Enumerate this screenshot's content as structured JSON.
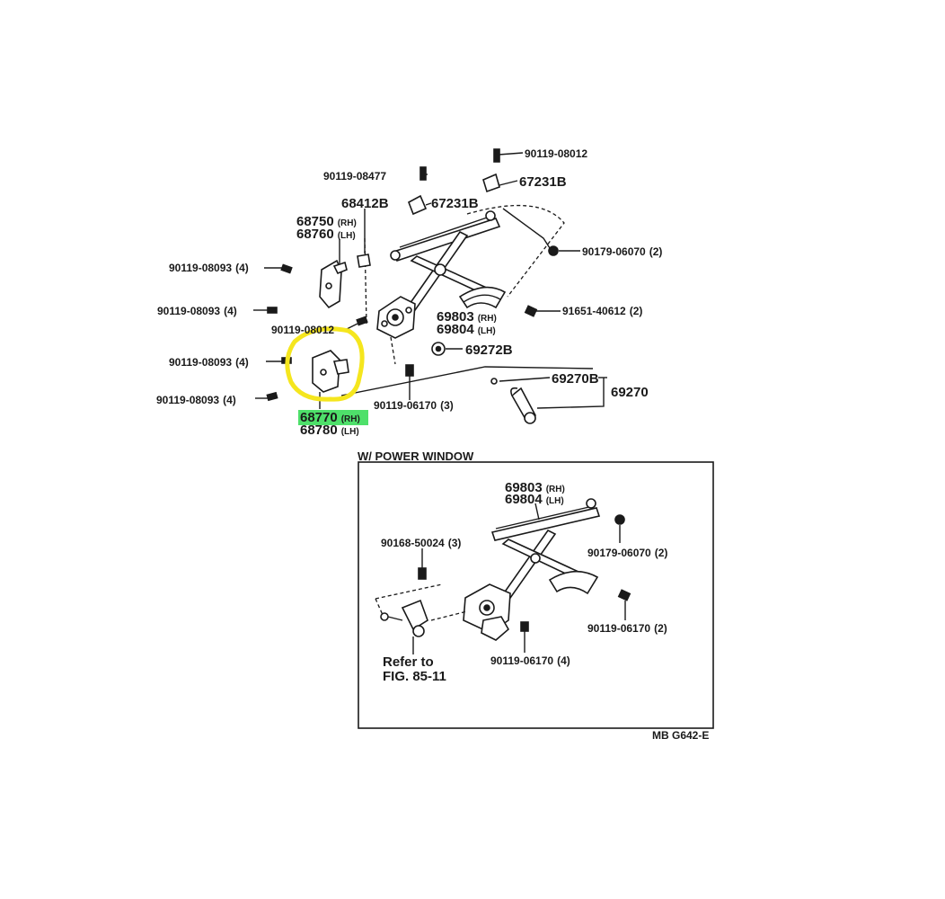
{
  "labels": {
    "p90119_08012_top": "90119-08012",
    "p90119_08477": "90119-08477",
    "p67231B_a": "67231B",
    "p67231B_b": "67231B",
    "p68412B": "68412B",
    "p68750": "68750",
    "p68760": "68760",
    "p90179_06070": "90179-06070",
    "p90119_08093_1": "90119-08093",
    "p90119_08093_2": "90119-08093",
    "p90119_08093_3": "90119-08093",
    "p90119_08093_4": "90119-08093",
    "p91651_40612": "91651-40612",
    "p90119_08012_mid": "90119-08012",
    "p69803": "69803",
    "p69804": "69804",
    "p69272B": "69272B",
    "p69270B": "69270B",
    "p69270": "69270",
    "p90119_06170_main": "90119-06170",
    "p68770": "68770",
    "p68780": "68780",
    "pw_title": "W/ POWER  WINDOW",
    "pw_69803": "69803",
    "pw_69804": "69804",
    "pw_90168_50024": "90168-50024",
    "pw_90179_06070": "90179-06070",
    "pw_90119_06170_a": "90119-06170",
    "pw_90119_06170_b": "90119-06170",
    "pw_refer_1": "Refer to",
    "pw_refer_2": "FIG. 85-11",
    "figure_code": "MB G642-E"
  },
  "suffixes": {
    "rh": "(RH)",
    "lh": "(LH)",
    "q2": "(2)",
    "q3": "(3)",
    "q4": "(4)"
  },
  "colors": {
    "highlight_circle": "#f5e61e",
    "highlight_label": "#4ee06a",
    "ink": "#1a1a1a"
  }
}
